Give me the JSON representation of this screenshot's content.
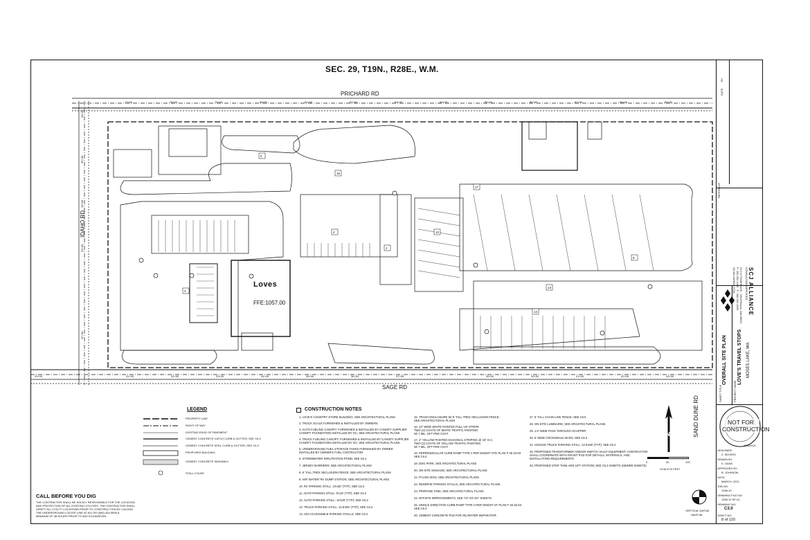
{
  "header": {
    "section_title": "SEC. 29, T19N., R28E., W.M."
  },
  "roads": {
    "prichard": "PRICHARD RD",
    "idaho": "IDAHO RD",
    "sage": "SAGE RD",
    "sand_dune": "SAND DUNE RD"
  },
  "stations_top": [
    "77+00",
    "78+00",
    "79+00",
    "80+00",
    "81+00",
    "82+00",
    "83+00",
    "84+00",
    "85+00",
    "86+00",
    "87+00",
    "88+00",
    "89+00"
  ],
  "stations_bottom": [
    "29+00",
    "31+00",
    "32+00",
    "33+00",
    "34+00",
    "35+00",
    "36+00",
    "37+00",
    "39+00",
    "40+00",
    "41+00",
    "42+00",
    "43+00"
  ],
  "stations_left": [
    "34+00",
    "35+00",
    "34+00",
    "33+00",
    "32+00"
  ],
  "building": {
    "brand": "Loves",
    "ffe": "FFE:1057.00"
  },
  "legend": {
    "title": "LEGEND",
    "items": [
      "PROPERTY LINE",
      "RIGHT OF WAY",
      "EXISTING EDGE OF PAVEMENT",
      "CEMENT CONCRETE CATCH CURB & GUTTER; SEE C6.3",
      "CEMENT CONCRETE SPILL CURB & GUTTER; SEE C6.3",
      "PROPOSED BUILDING",
      "CEMENT CONCRETE SIDEWALK",
      "STALL COUNT"
    ]
  },
  "notes": {
    "title": "CONSTRUCTION NOTES",
    "col1": [
      "1. LOVE'S COUNTRY STORE BUILDING; SEE ARCHITECTURAL PLANS",
      "2. TRUCK SCALE FURNISHED & INSTALLED BY OWNERS",
      "3. AUTO FUELING CANOPY; FURNISHED & INSTALLED BY CANOPY SUPPLIER",
      "   CANOPY FOUNDATION INSTALLED BY GC; SEE ARCHITECTURAL PLANS",
      "4. TRUCK FUELING CANOPY; FURNISHED & INSTALLED BY CANOPY SUPPLIER",
      "   CANOPY FOUNDATION INSTALLED BY GC; SEE ARCHITECTURAL PLANS",
      "5. UNDERGROUND FUEL STORAGE TANKS FURNISHED BY OWNER",
      "   INSTALLED BY OWNER'S FUEL CONTRACTOR",
      "6. STORMWATER INFILTRATION POND; SEE C6.1",
      "7. JERSEY BARRIERS; SEE ARCHITECTURAL PLANS",
      "8. 6' TALL TREX SECLUSION FENCE; SEE ARCHITECTURAL PLANS",
      "9. AIR/ WATER/ RV DUMP STATION; SEE ARCHITECTURAL PLANS",
      "10. RV PARKING STALL: 10'x30' (TYP); SEE C6.2",
      "11. AUTO PARKING STALL: 9'x18' (TYP); SEE C6.2",
      "12. AUTO PARKING STALL: 10'x20' (TYP); SEE C6.2",
      "13. TRUCK PARKING STALL: 12.5'x65' (TYP); SEE C6.2",
      "14. ADA ACCESSIBLE PARKING STALLS; SEE C6.2"
    ],
    "col2": [
      "15. TRASH ENCLOSURE W/ 6' TALL TREX SECLUSION FENCE;",
      "    SEE ARCHITECTURAL PLANS",
      "16. 12\" WIDE WHITE PAINTED PULL-UP STRIPE",
      "    TWO (2) COATS OF WHITE TRAFFIC PAINTING",
      "    W/ 7 MIL. DFT PER COAT",
      "17. 4\" YELLOW PAINTED DIAGONAL STRIPING @ 18\" O.C.",
      "    TWO (2) COATS OF YELLOW TRAFFIC PAINTING",
      "    W/ 7 MIL. DFT PER COAT",
      "18. PERPENDICULAR CURB RAMP TYPE A PER WSDOT STD PLAN F-40.15-03",
      "    SEE C6.4",
      "19. DOG PARK; SEE ARCHITECTURAL PLANS",
      "20. ON-SITE SIGNAGE; SEE ARCHITECTURAL PLANS",
      "21. PYLON SIGN; SEE ARCHITECTURAL PLANS",
      "22. RESERVE PARKING STALLS; SEE ARCHITECTURAL PLANS",
      "23. PROPANE TANK; SEE ARCHITECTURAL PLANS",
      "24. OFFSITE IMPROVEMENTS; SEE \"CF-XX-XX\" SHEETS",
      "25. SINGLE DIRECTION CURB RAMP TYPE A PER WSDOT ST PLAN F-40.15-03",
      "    SEE C6.4",
      "26. CEMENT CONCRETE PAD FOR OIL/WATER SEPARATOR"
    ],
    "col3": [
      "27. 5' TALL CHAIN LINK FENCE; SEE C6.5",
      "28. ON-SITE LUMINAIRE; SEE ARCHITECTURAL PLANS",
      "29. 1.5' WIDE PASS THROUGH SCUPPER",
      "30. 6' WIDE CROSSWALK BARS; SEE C6.2",
      "31. ANGLED TRUCK PARKING STALL: 12.5'x65' (TYP); SEE C6.2",
      "32. PROPOSED TRANSFORMER AND/OR SWITCH VAULT EQUIPMENT, CONTRACTOR",
      "    SHALL COORDINATE WITH GRANT PUD FOR DETAILS, MATERIALS, AND",
      "    INSTALLATION REQUIREMENTS",
      "33. PROPOSED STEP TANK AND LIFT STATION; SEE C6.3 SHEETS (SEWER SHEETS)"
    ]
  },
  "call_before": {
    "title": "CALL BEFORE YOU DIG",
    "text": [
      "THE CONTRACTOR SHALL BE SOLELY RESPONSIBLE FOR THE LOCATION",
      "AND PROTECTION OF ALL EXISTING UTILITIES. THE CONTRACTOR SHALL",
      "VERIFY ALL UTILITY LOCATIONS PRIOR TO CONSTRUCTION BY CALLING",
      "THE UNDERGROUND LOCATE LINE AT 811 OR (800)-424-5555 A",
      "MINIMUM OF 48 HOURS PRIOR TO ANY EXCAVATION."
    ]
  },
  "scale": {
    "ticks": [
      "0",
      "50",
      "100"
    ],
    "label": "SCALE IN FEET"
  },
  "datum": {
    "line1": "VERTICAL DATUM",
    "line2": "NAVD 88"
  },
  "company": {
    "name": "SCJ ALLIANCE",
    "sub": "CONSULTING SERVICES",
    "lines": [
      "212 N TOWER AVE., CENTRALIA, WA 98531",
      "P: 360.352.1465 · F: 360.352.1509",
      "SCJALLIANCE.COM"
    ]
  },
  "titleblock": {
    "revisions": "REVISIONS",
    "by": "BY",
    "date": "DATE",
    "sheet_title": "OVERALL SITE PLAN",
    "project": "LOVE'S TRAVEL STOPS",
    "location": "MOSES LAKE, WA",
    "project_name_lbl": "PROJECT NAME",
    "sheet_title_lbl": "SHEET TITLE",
    "stamp_text": "NOT FOR CONSTRUCTION",
    "stamp_date": "3/18/2021",
    "fields": [
      {
        "label": "DESIGNER:",
        "value": "Z. SEVERS"
      },
      {
        "label": "DRAWN BY:",
        "value": "K. GANS"
      },
      {
        "label": "APPROVED BY:",
        "value": "B. JOHNSON"
      },
      {
        "label": "DATE:",
        "value": "MARCH, 2021"
      },
      {
        "label": "JOB NO:",
        "value": "1398.19"
      },
      {
        "label": "DRAWING FILE NO:",
        "value": "1398.19 SP-01"
      },
      {
        "label": "DRAWING NO:",
        "value": "C3.0"
      },
      {
        "label": "SHEET NO:",
        "value": "8 of 120"
      }
    ]
  }
}
